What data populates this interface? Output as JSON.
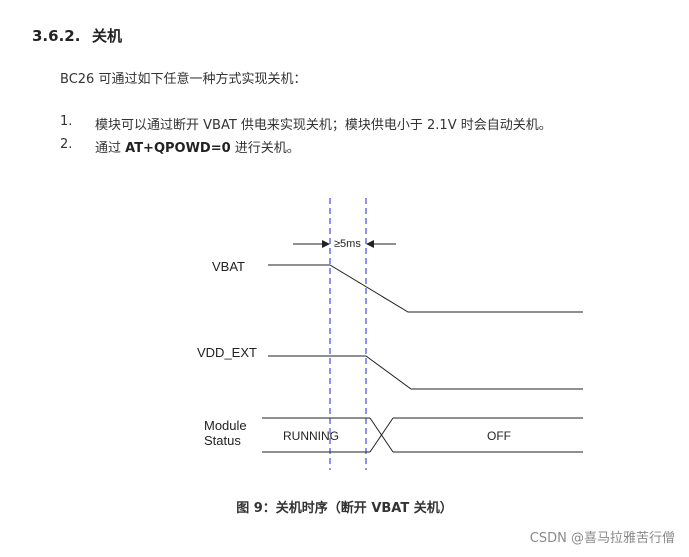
{
  "section": {
    "number": "3.6.2.",
    "title": "关机"
  },
  "intro": "BC26 可通过如下任意一种方式实现关机：",
  "list": [
    {
      "num": "1.",
      "text": "模块可以通过断开 VBAT 供电来实现关机；模块供电小于 2.1V 时会自动关机。"
    },
    {
      "num": "2.",
      "prefix": "通过 ",
      "command": "AT+QPOWD=0",
      "suffix": " 进行关机。"
    }
  ],
  "diagram": {
    "timing_label": "≥5ms",
    "signals": {
      "vbat": "VBAT",
      "vdd_ext": "VDD_EXT",
      "module_status_line1": "Module",
      "module_status_line2": "Status"
    },
    "states": {
      "running": "RUNNING",
      "off": "OFF"
    },
    "colors": {
      "marker_line": "#4a4ae0",
      "signal_line": "#222222"
    }
  },
  "caption": "图 9：关机时序（断开 VBAT 关机）",
  "watermark": "CSDN @喜马拉雅苦行僧"
}
